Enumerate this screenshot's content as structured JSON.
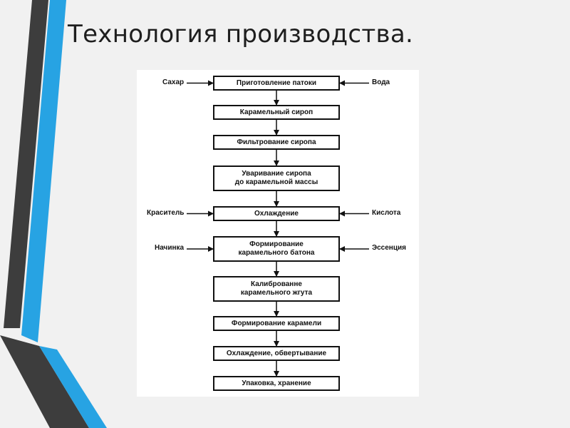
{
  "title": "Технология производства.",
  "colors": {
    "background": "#f1f1f1",
    "stripe_dark": "#3d3d3d",
    "stripe_blue": "#27a3e3",
    "diagram_line": "#111111"
  },
  "flow": {
    "steps": [
      {
        "label": "Приготовление патоки"
      },
      {
        "label": "Карамельный сироп"
      },
      {
        "label": "Фильтрование сиропа"
      },
      {
        "label": "Уваривание сиропа\nдо карамельной массы"
      },
      {
        "label": "Охлаждение"
      },
      {
        "label": "Формирование\nкарамельного батона"
      },
      {
        "label": "Калиброванне\nкарамельного жгута"
      },
      {
        "label": "Формирование карамели"
      },
      {
        "label": "Охлаждение, обвертывание"
      },
      {
        "label": "Упаковка, хранение"
      }
    ],
    "inputs": [
      {
        "label": "Сахар",
        "side": "left",
        "step": 0
      },
      {
        "label": "Вода",
        "side": "right",
        "step": 0
      },
      {
        "label": "Краситель",
        "side": "left",
        "step": 4
      },
      {
        "label": "Кислота",
        "side": "right",
        "step": 4
      },
      {
        "label": "Начинка",
        "side": "left",
        "step": 5
      },
      {
        "label": "Эссенция",
        "side": "right",
        "step": 5
      }
    ]
  }
}
